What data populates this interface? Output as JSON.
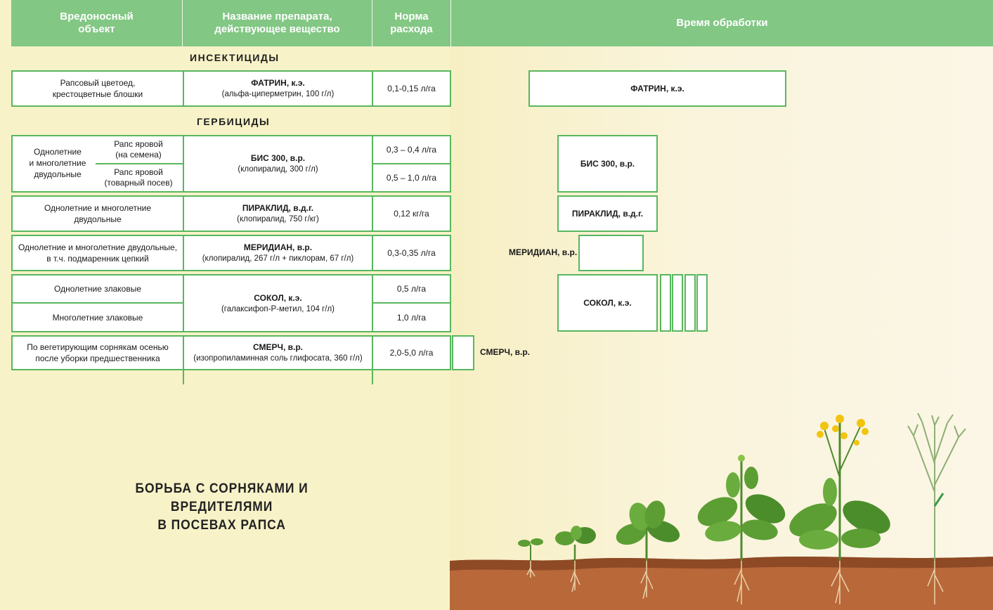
{
  "header": {
    "col1": "Вредоносный\nобъект",
    "col2": "Название препарата,\nдействующее вещество",
    "col3": "Норма\nрасхода",
    "col4": "Время обработки"
  },
  "sections": {
    "insecticides": "ИНСЕКТИЦИДЫ",
    "herbicides": "ГЕРБИЦИДЫ"
  },
  "rows": {
    "fatrin": {
      "target": "Рапсовый цветоед,\nкрестоцветные блошки",
      "name": "ФАТРИН, к.э.",
      "substance": "(альфа-циперметрин, 100 г/л)",
      "rate": "0,1-0,15 л/га"
    },
    "bis": {
      "group": "Однолетние\nи многолетние\nдвудольные",
      "sub1": "Рапс яровой\n(на семена)",
      "sub2": "Рапс яровой\n(товарный посев)",
      "name": "БИС 300, в.р.",
      "substance": "(клопиралид, 300 г/л)",
      "rate1": "0,3 – 0,4 л/га",
      "rate2": "0,5 – 1,0 л/га"
    },
    "piraklid": {
      "target": "Однолетние и многолетние\nдвудольные",
      "name": "ПИРАКЛИД, в.д.г.",
      "substance": "(клопиралид, 750 г/кг)",
      "rate": "0,12 кг/га"
    },
    "meridian": {
      "target": "Однолетние и многолетние двудольные,\nв т.ч. подмаренник цепкий",
      "name": "МЕРИДИАН, в.р.",
      "substance": "(клопиралид, 267 г/л + пиклорам, 67 г/л)",
      "rate": "0,3-0,35 л/га"
    },
    "sokol": {
      "target1": "Однолетние злаковые",
      "target2": "Многолетние злаковые",
      "name": "СОКОЛ, к.э.",
      "substance": "(галаксифоп-Р-метил, 104 г/л)",
      "rate1": "0,5 л/га",
      "rate2": "1,0 л/га"
    },
    "smerch": {
      "target": "По вегетирующим сорнякам осенью\nпосле уборки предшественника",
      "name": "СМЕРЧ, в.р.",
      "substance": "(изопропиламинная соль глифосата, 360 г/л)",
      "rate": "2,0-5,0 л/га"
    }
  },
  "timing": {
    "fatrin": "ФАТРИН, к.э.",
    "bis": "БИС 300, в.р.",
    "piraklid": "ПИРАКЛИД, в.д.г.",
    "meridian": "МЕРИДИАН, в.р.",
    "sokol": "СОКОЛ, к.э.",
    "smerch": "СМЕРЧ, в.р."
  },
  "title": "БОРЬБА С СОРНЯКАМИ И ВРЕДИТЕЛЯМИ\nВ ПОСЕВАХ РАПСА",
  "colors": {
    "header_green": "#82c784",
    "border_green": "#58b75e",
    "background": "#f8f2c8",
    "soil": "#b9683a",
    "flower": "#f1c40f"
  }
}
